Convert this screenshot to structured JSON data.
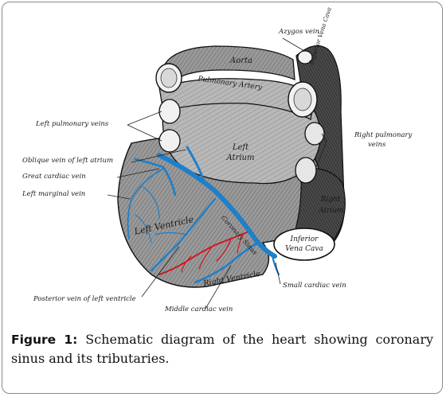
{
  "labels": {
    "azygos_vein": "Azygos vein",
    "aorta": "Aorta",
    "pulmonary_artery": "Pulmonary Artery",
    "superior_vena_cava": "Superior Vena Cava",
    "left_pulmonary_veins": "Left pulmonary veins",
    "right_pulmonary_veins_line1": "Right pulmonary",
    "right_pulmonary_veins_line2": "veins",
    "oblique_vein": "Oblique vein of left atrium",
    "great_cardiac_vein": "Great cardiac vein",
    "left_marginal_vein": "Left marginal vein",
    "left_atrium_line1": "Left",
    "left_atrium_line2": "Atrium",
    "right_atrium_line1": "Right",
    "right_atrium_line2": "Atrium",
    "left_ventricle": "Left Ventricle",
    "coronary_sinus": "Coronary Sinus",
    "inferior_vena_cava_line1": "Inferior",
    "inferior_vena_cava_line2": "Vena Cava",
    "right_ventricle": "Right Ventricle",
    "small_cardiac_vein": "Small cardiac vein",
    "posterior_vein": "Posterior vein of left ventricle",
    "middle_cardiac_vein": "Middle cardiac vein"
  },
  "caption": {
    "figure_label": "Figure 1:",
    "text": " Schematic diagram of the heart showing coronary sinus and its tributaries."
  },
  "colors": {
    "vein": "#1f7fc8",
    "artery": "#d0141e",
    "tissue": "#8c8c8c"
  }
}
